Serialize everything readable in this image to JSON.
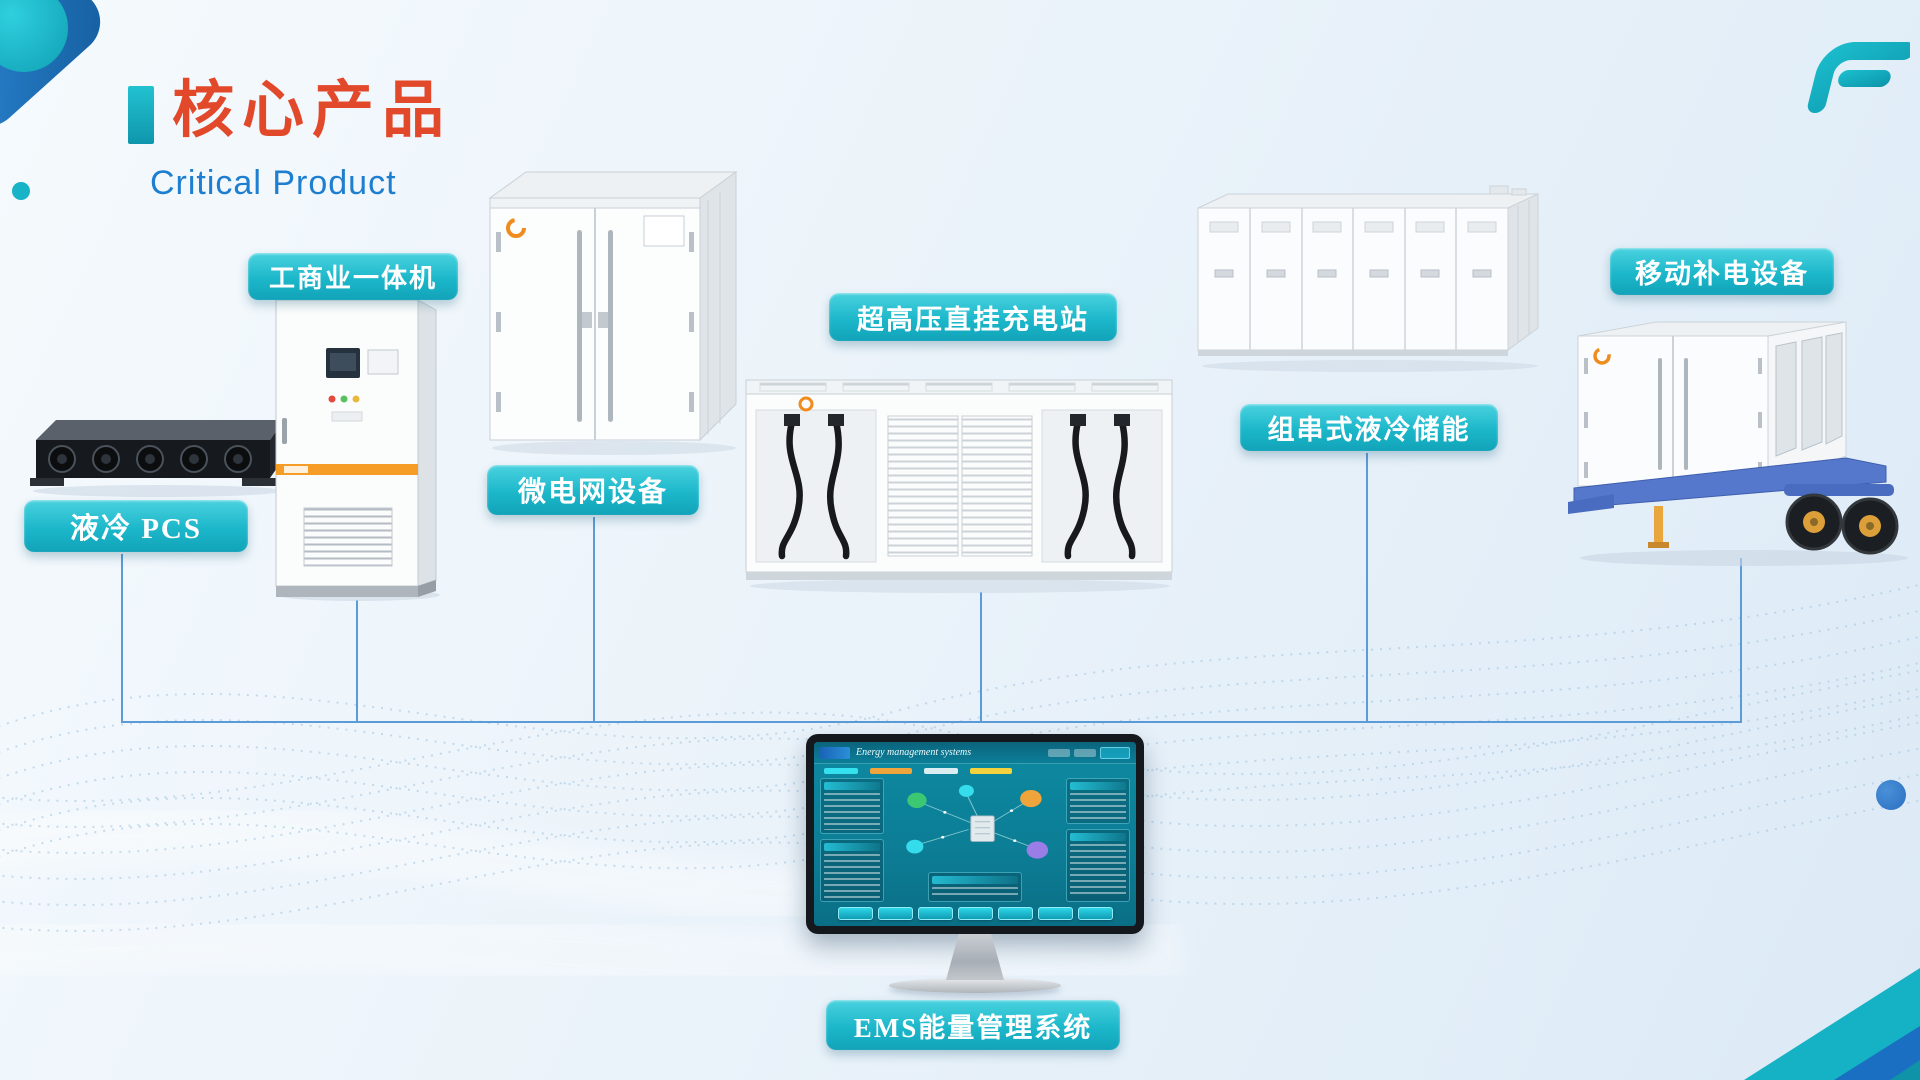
{
  "page": {
    "title": "核心产品",
    "subtitle": "Critical Product"
  },
  "products": {
    "pcs": {
      "label": "液冷 PCS"
    },
    "allinone": {
      "label": "工商业一体机"
    },
    "microgrid": {
      "label": "微电网设备"
    },
    "charging": {
      "label": "超高压直挂充电站"
    },
    "string_storage": {
      "label": "组串式液冷储能"
    },
    "mobile": {
      "label": "移动补电设备"
    }
  },
  "ems": {
    "label": "EMS能量管理系统",
    "screen_title": "Energy management systems"
  },
  "colors": {
    "accent_teal": "#17b3c6",
    "title_red": "#e2492a",
    "subtitle_blue": "#1e7ed0",
    "connector_blue": "#5a9bd8",
    "badge_top": "#4ad2df",
    "badge_bottom": "#12a3b9",
    "brand_orange": "#f08c1e",
    "trailer_blue": "#5577cc"
  }
}
